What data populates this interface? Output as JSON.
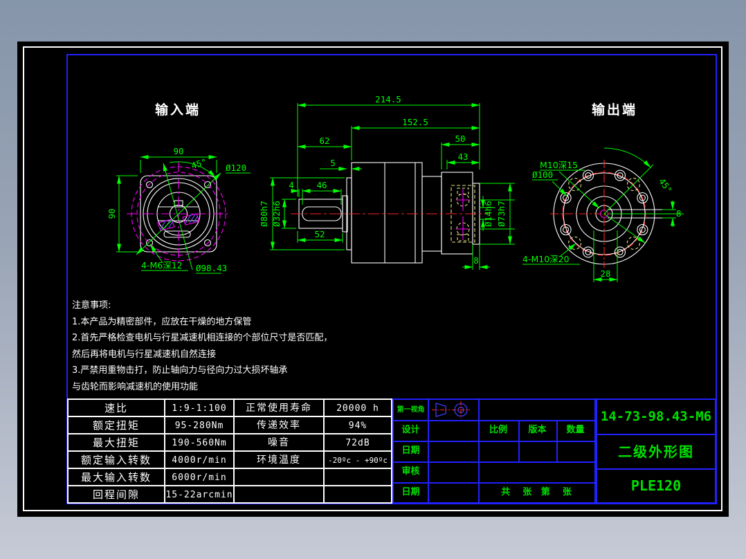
{
  "colors": {
    "dim_green": "#00ff00",
    "frame_blue": "#2121ff",
    "geometry_white": "#ffffff",
    "centerline_red": "#ff2222",
    "hidden_yellow": "#e6e687",
    "center_magenta": "#ff00ff",
    "canvas_black": "#000000",
    "desktop_top": "#8695aa",
    "desktop_bottom": "#c6cad6",
    "title_green": "#00e000"
  },
  "views": {
    "input": {
      "title": "输入端",
      "dim_width": "90",
      "dim_height": "90",
      "dim_angle": "45°",
      "dim_flange_circle": "Ø120",
      "dim_corner_holes": "4-M6深12",
      "dim_bolt_circle": "Ø98.43"
    },
    "side": {
      "dim_total_length": "214.5",
      "dim_body_length": "152.5",
      "dim_input_length": "62",
      "dim_output_length": "50",
      "dim_flange_width": "43",
      "dim_flange_thickness": "5",
      "dim_key_offset": "4",
      "dim_key_length": "46",
      "dim_shaft_length": "52",
      "dim_pilot_depth": "8",
      "dim_shaft_dia": "Ø32h6",
      "dim_pilot_dia": "Ø80h7",
      "dim_bore_dia": "Ø14h6",
      "dim_spigot_dia": "Ø73h7"
    },
    "output": {
      "title": "输出端",
      "dim_center_tap": "M10深15",
      "dim_bolt_circle": "Ø100",
      "dim_angle": "45°",
      "dim_key_width": "8",
      "dim_flange_holes": "4-M10深20",
      "dim_key_span": "28"
    }
  },
  "notes": {
    "title": "注意事项:",
    "lines": [
      "1.本产品为精密部件，应放在干燥的地方保管",
      "2.首先严格检查电机与行星减速机相连接的个部位尺寸是否匹配，",
      "然后再将电机与行星减速机自然连接",
      "3.严禁用重物击打，防止轴向力与径向力过大损坏轴承",
      "与齿轮而影响减速机的使用功能"
    ]
  },
  "spec_table": {
    "left_rows": [
      {
        "label": "速比",
        "value": "1:9-1:100"
      },
      {
        "label": "额定扭矩",
        "value": "95-280Nm"
      },
      {
        "label": "最大扭矩",
        "value": "190-560Nm"
      },
      {
        "label": "额定输入转数",
        "value": "4000r/min"
      },
      {
        "label": "最大输入转数",
        "value": "6000r/min"
      },
      {
        "label": "回程间隙",
        "value": "15-22arcmin"
      }
    ],
    "right_rows": [
      {
        "label": "正常使用寿命",
        "value": "20000 h"
      },
      {
        "label": "传递效率",
        "value": "94%"
      },
      {
        "label": "噪音",
        "value": "72dB"
      },
      {
        "label": "环境温度",
        "value": "-20ºc - +90ºc"
      },
      {
        "label": "",
        "value": ""
      },
      {
        "label": "",
        "value": ""
      }
    ]
  },
  "title_block": {
    "projection_label": "第一视角",
    "row_labels": [
      "设计",
      "日期",
      "审核",
      "日期"
    ],
    "col_headers": [
      "比例",
      "版本",
      "数量"
    ],
    "sheet_info": "共    张   第    张",
    "part_number": "14-73-98.43-M6",
    "drawing_title": "二级外形图",
    "model": "PLE120"
  }
}
